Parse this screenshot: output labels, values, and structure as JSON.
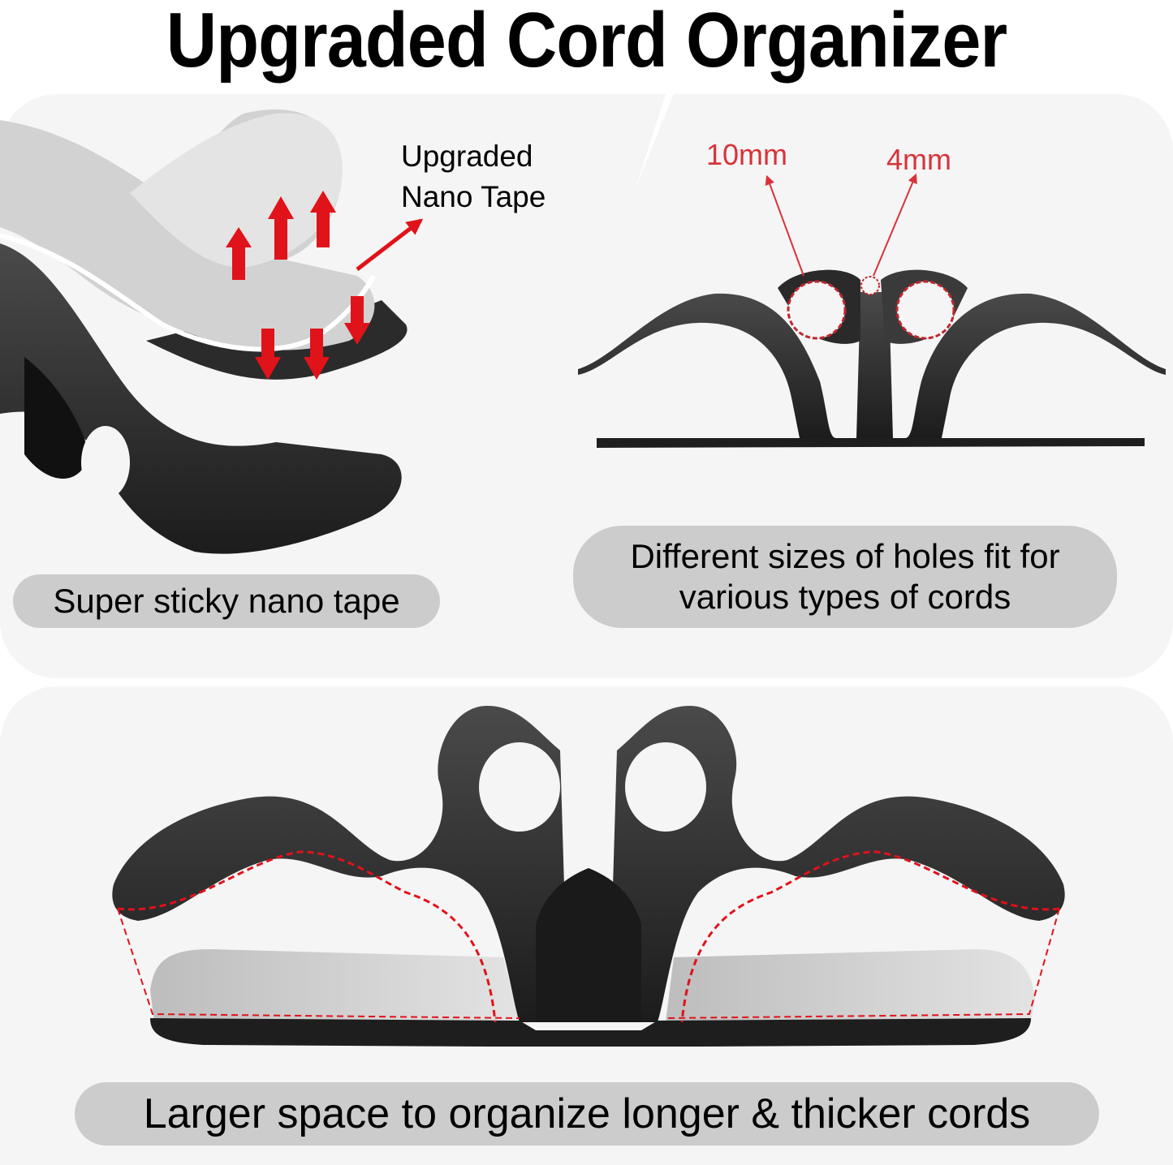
{
  "header": {
    "title": "Upgraded Cord Organizer"
  },
  "panels": {
    "top_left": {
      "callout_line1": "Upgraded",
      "callout_line2": "Nano Tape",
      "caption": "Super sticky nano tape"
    },
    "top_right": {
      "measurement_large": "10mm",
      "measurement_small": "4mm",
      "caption_line1": "Different sizes of holes fit for",
      "caption_line2": "various types of cords"
    },
    "bottom": {
      "caption": "Larger space to organize longer & thicker cords"
    }
  },
  "colors": {
    "accent_red": "#e0121a",
    "label_red": "#d8333a",
    "panel_bg": "#f5f5f5",
    "pill_bg": "#cccccc",
    "product_black": "#2a2a2a"
  },
  "icons": [
    "arrow-up-icon",
    "arrow-down-icon",
    "pointer-arrow-icon",
    "dashed-circle-icon"
  ]
}
